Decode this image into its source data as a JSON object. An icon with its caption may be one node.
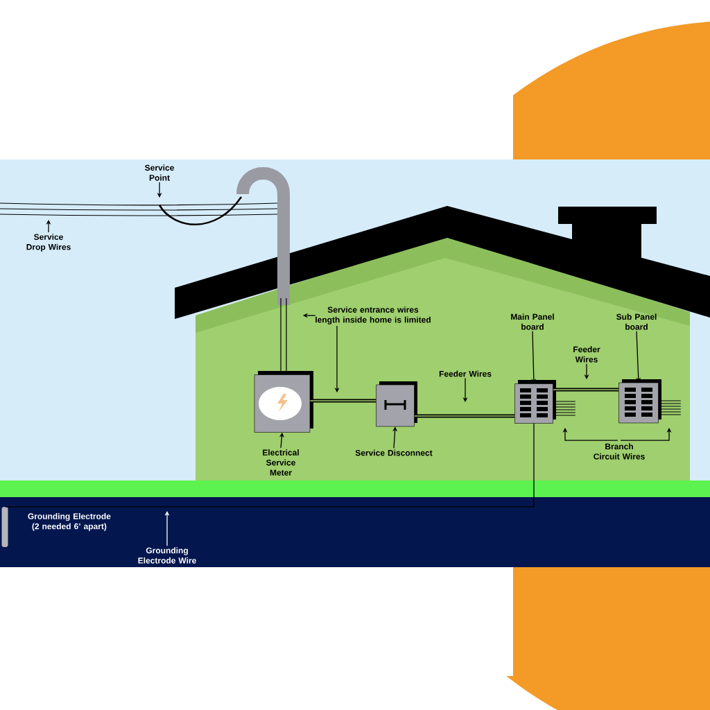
{
  "diagram": {
    "nodes": [
      {
        "text": [
          "Service Point"
        ]
      },
      {
        "text": [
          "Service Drop Wires"
        ]
      },
      {
        "text": [
          "Service entrance wires length inside home is limited"
        ]
      },
      {
        "text": [
          "Main Panel board"
        ]
      },
      {
        "text": [
          "Feeder Wires"
        ]
      },
      {
        "text": [
          "Sub Panel board"
        ]
      },
      {
        "text": [],
        "shape": "box"
      },
      {
        "text": [],
        "shape": "box"
      },
      {
        "text": [
          "Feeder Wires"
        ]
      },
      {
        "text": [],
        "shape": "box"
      },
      {
        "text": [],
        "shape": "box"
      },
      {
        "text": [
          "Electrical Service Meter"
        ]
      },
      {
        "text": [
          "Service Disconnect"
        ]
      },
      {
        "text": [
          "Branch Circuit Wires"
        ]
      },
      {
        "text": [],
        "shape": "bar",
        "beside": [
          "Grounding Electrode (2 needed 6’ apart)"
        ]
      },
      {
        "text": [
          "Grounding Electrode Wire"
        ]
      }
    ],
    "edges": [
      {
        "from": 0,
        "to": null,
        "arrow": "to"
      },
      {
        "from": 1,
        "to": null,
        "arrow": "to"
      },
      {
        "from": 2,
        "to": null,
        "arrow": "to"
      },
      {
        "from": 2,
        "to": null,
        "arrow": "to"
      },
      {
        "from": 3,
        "to": 9,
        "arrow": "to"
      },
      {
        "from": 5,
        "to": 10,
        "arrow": "to"
      },
      {
        "from": 4,
        "to": null,
        "arrow": "to"
      },
      {
        "from": 8,
        "to": null,
        "arrow": "to"
      },
      {
        "from": 11,
        "to": 6,
        "arrow": "to"
      },
      {
        "from": 12,
        "to": 7,
        "arrow": "to"
      },
      {
        "from": 13,
        "to": null,
        "arrow": "to"
      },
      {
        "from": 13,
        "to": null,
        "arrow": "to"
      },
      {
        "from": 15,
        "to": null,
        "arrow": "to",
        "color": "#ffffff"
      },
      {
        "from": 6,
        "to": 7,
        "arrow": "none",
        "style": "thick"
      },
      {
        "from": 7,
        "to": 9,
        "arrow": "none",
        "style": "thick"
      },
      {
        "from": 9,
        "to": 10,
        "arrow": "none",
        "style": "thick"
      },
      {
        "from": 9,
        "to": 14,
        "arrow": "none"
      }
    ]
  }
}
